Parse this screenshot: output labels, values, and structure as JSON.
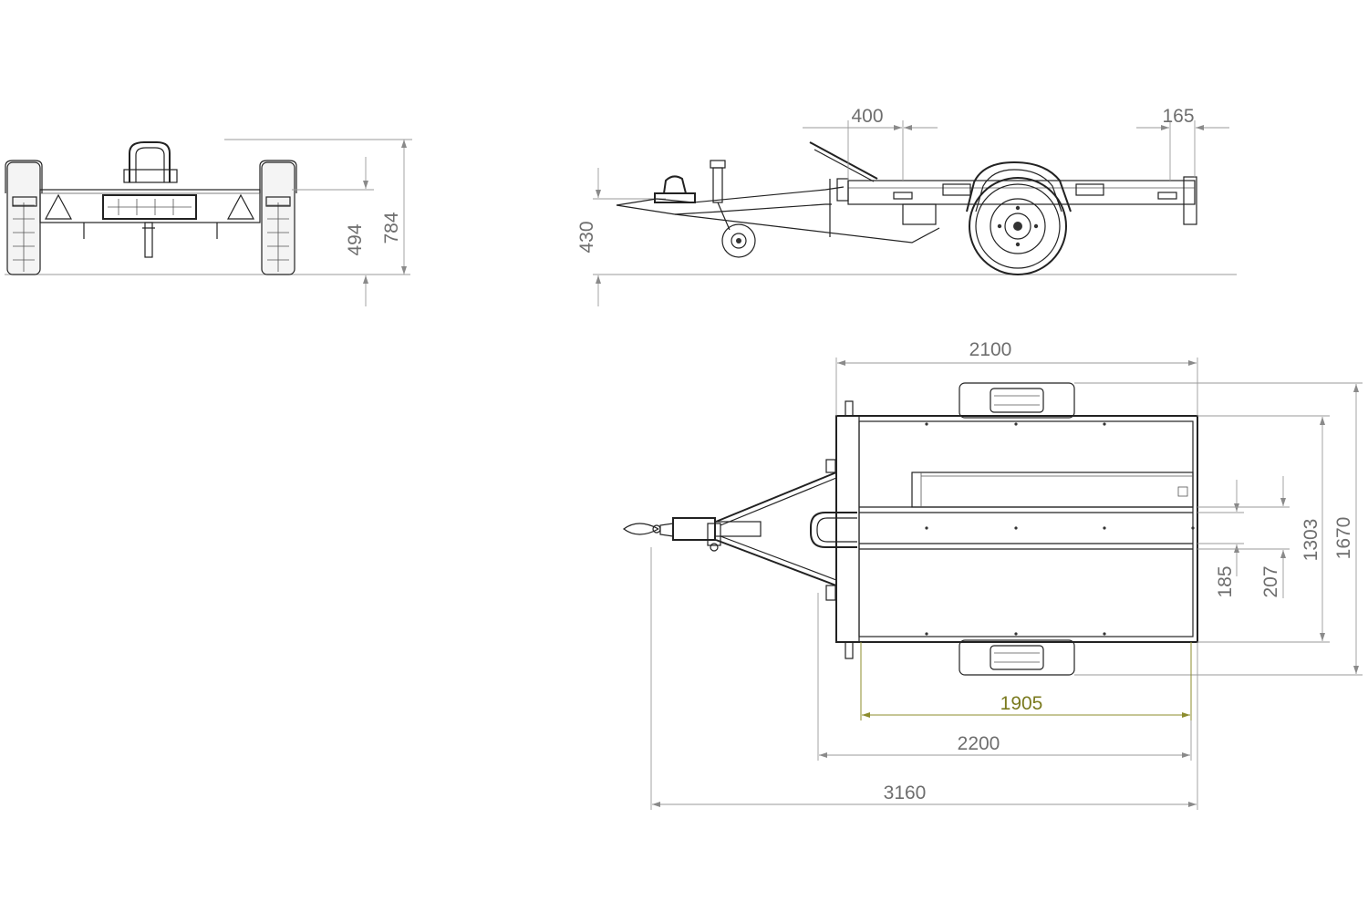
{
  "dimensions": {
    "front_view": {
      "bed_height": "494",
      "total_height": "784"
    },
    "side_view": {
      "coupling_height": "430",
      "front_offset": "400",
      "rear_offset": "165"
    },
    "top_view": {
      "axle_width": "2100",
      "total_width": "1670",
      "bed_width": "1303",
      "inner_spacing_a": "185",
      "inner_spacing_b": "207",
      "bed_length_inner": "1905",
      "bed_length": "2200",
      "total_length": "3160"
    }
  },
  "colors": {
    "line": "#222222",
    "dimension": "#9a9a9a",
    "dimension_text": "#6e6e6e",
    "highlight": "#7a7a1e"
  }
}
